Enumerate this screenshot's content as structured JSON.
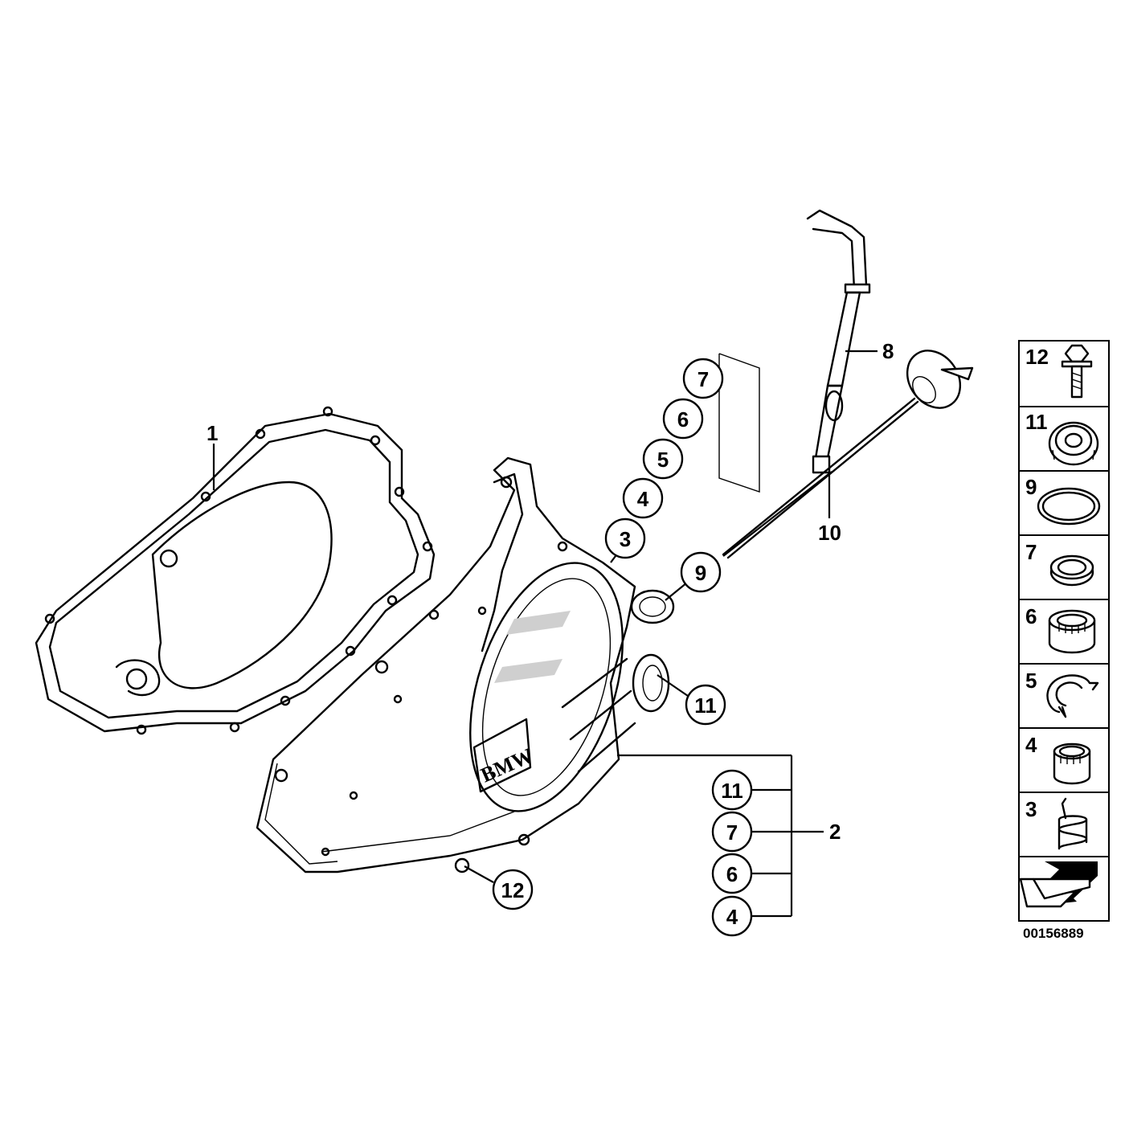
{
  "callouts": {
    "gasket": "1",
    "cover_assembly": "2",
    "spring_top": "3",
    "bush_top": "4",
    "circlip_top": "5",
    "needle_top": "6",
    "seal_top": "7",
    "shaft": "8",
    "oring_top": "9",
    "dipstick": "10",
    "bearing_right": "11",
    "bolt_bottom": "12"
  },
  "assembly_group": [
    "11",
    "7",
    "6",
    "4"
  ],
  "legend": [
    {
      "num": "12",
      "part": "bolt-icon"
    },
    {
      "num": "11",
      "part": "ball-bearing-icon"
    },
    {
      "num": "9",
      "part": "o-ring-icon"
    },
    {
      "num": "7",
      "part": "shaft-seal-icon"
    },
    {
      "num": "6",
      "part": "needle-bearing-icon"
    },
    {
      "num": "5",
      "part": "circlip-icon"
    },
    {
      "num": "4",
      "part": "bushing-icon"
    },
    {
      "num": "3",
      "part": "torsion-spring-icon"
    }
  ],
  "reference_number": "00156889"
}
